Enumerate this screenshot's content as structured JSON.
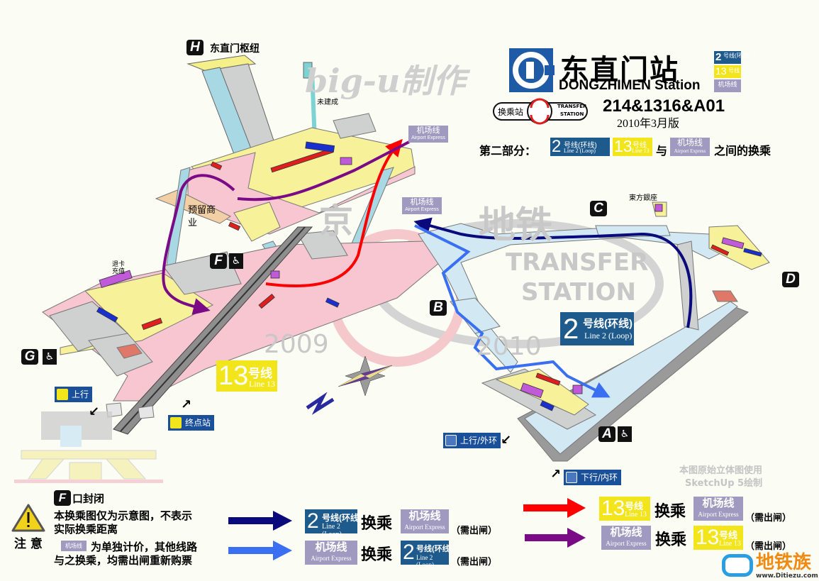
{
  "header": {
    "station_cn": "东直门站",
    "station_en": "DONGZHIMEN Station",
    "code": "214&1316&A01",
    "edition": "2010年3月版",
    "transfer_badge": {
      "cn": "换乘站",
      "en1": "TRANSFER",
      "en2": "STATION"
    },
    "part_label": "第二部分：",
    "part_and": "与",
    "part_suffix": "之间的换乘"
  },
  "lines": {
    "line2": {
      "num": "2",
      "cn": "号线(环线)",
      "en": "Line 2 (Loop)",
      "color": "#1f5a8c"
    },
    "line13": {
      "num": "13",
      "cn": "号线",
      "en": "Line 13",
      "color": "#f3e51c"
    },
    "airport": {
      "cn": "机场线",
      "en": "Airport Express",
      "color": "#a09ac0"
    }
  },
  "watermarks": {
    "author": "big-u制作",
    "bg1": "京",
    "bg2": "地铁",
    "transfer1": "TRANSFER",
    "transfer2": "STATION",
    "year1": "2009",
    "year2": "2010"
  },
  "map": {
    "hub": {
      "letter": "H",
      "label": "东直门枢纽"
    },
    "unbuilt": "未建成",
    "reserved": "预留商业",
    "card_service": "退卡充值",
    "dongfang": "東方銀座",
    "exits": {
      "A": "A",
      "B": "B",
      "C": "C",
      "D": "D",
      "F": "F",
      "G": "G"
    },
    "accessible_icon": "wheelchair-icon",
    "signs": {
      "up": "上行",
      "terminal": "终点站",
      "up_outer": "上行/外环",
      "down_inner": "下行/内环"
    },
    "credit": [
      "本图原始立体图使用",
      "SketchUp 5绘制"
    ]
  },
  "legend": {
    "notice": "注 意",
    "closed_letter": "F",
    "closed": "口封闭",
    "note1": [
      "本换乘图仅为示意图，不表示",
      "实际换乘距离"
    ],
    "note2": [
      "为单独计价，其他线路",
      "与之换乘，均需出闸重新购票"
    ],
    "transfer_word": "换乘",
    "need_gate": "（需出闸）",
    "arrow_colors": {
      "line2_to_airport": "#0a0a7c",
      "airport_to_line2": "#3a6ff2",
      "line13_to_airport": "#ff0000",
      "airport_to_line13": "#7a0a86"
    }
  },
  "brand": {
    "name": "地铁族",
    "url": "www.Ditiezu.com"
  }
}
